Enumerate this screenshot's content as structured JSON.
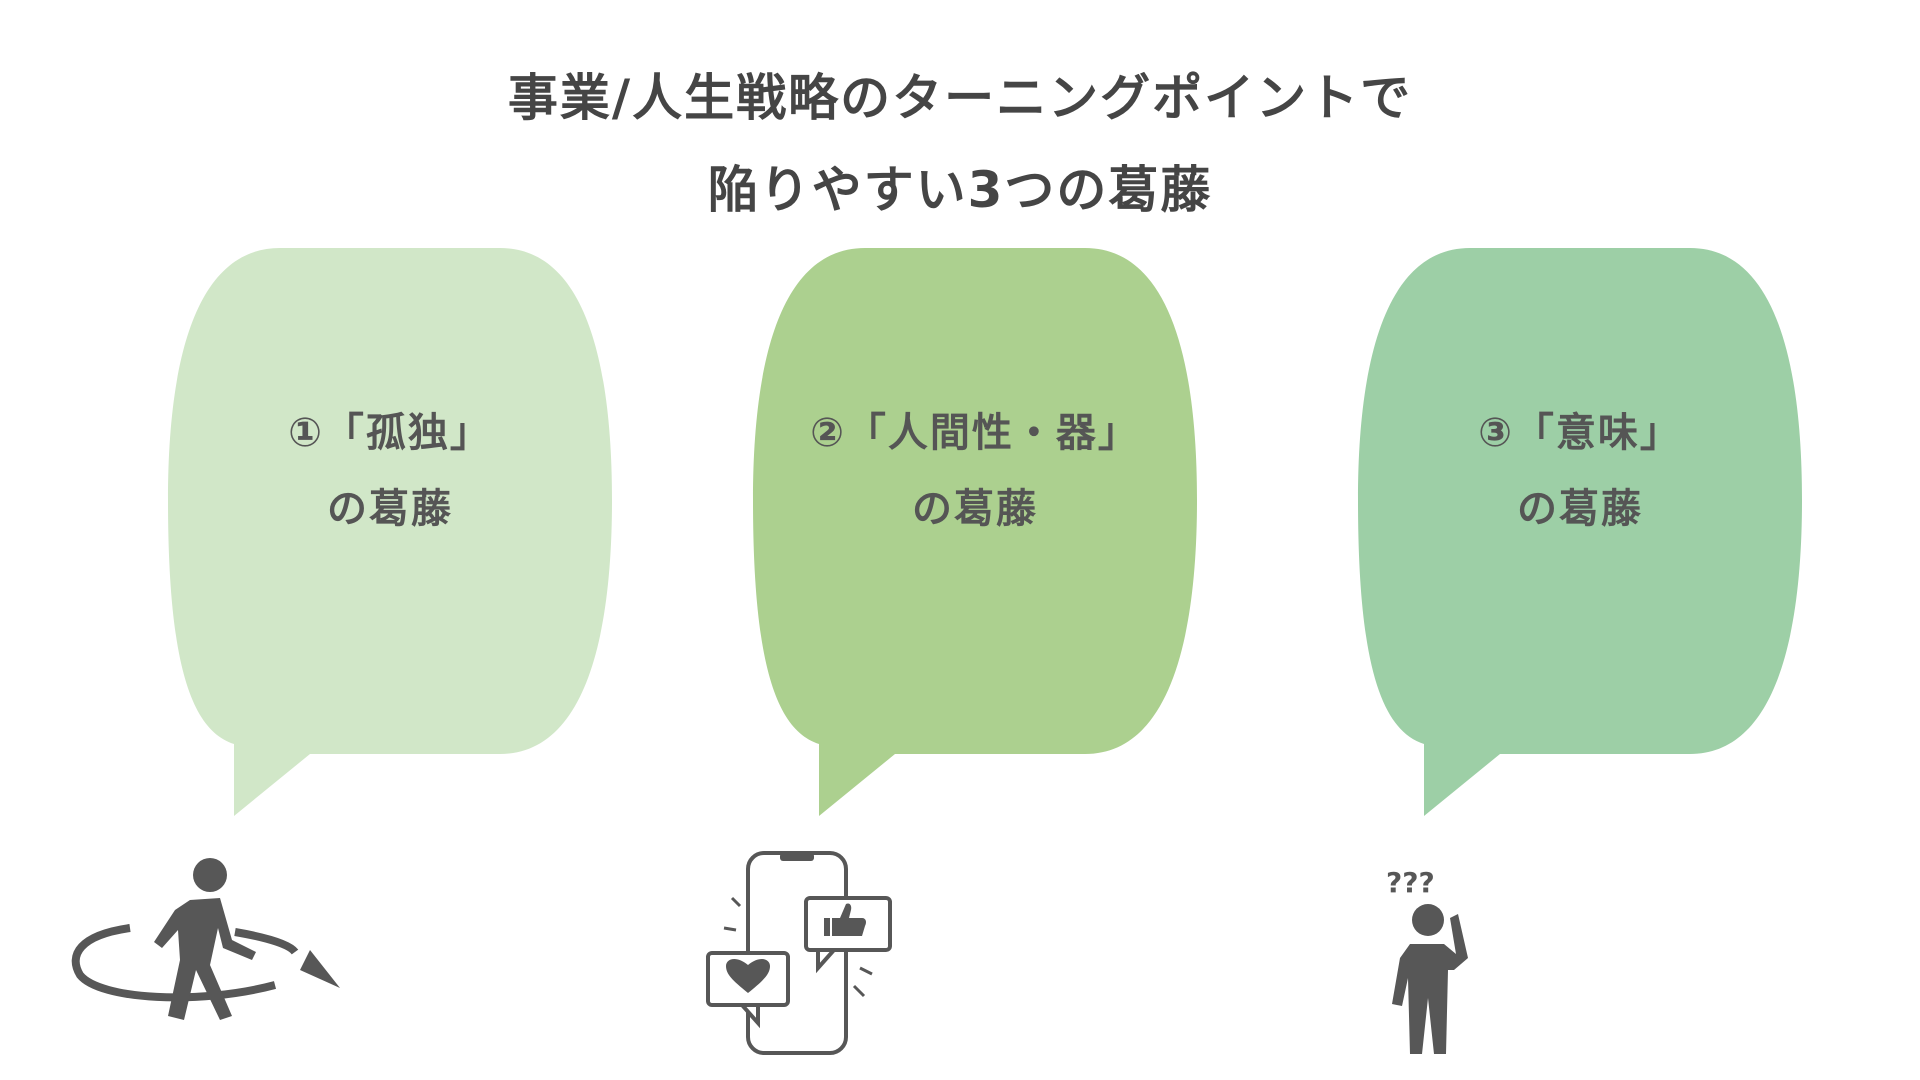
{
  "title": {
    "line1": "事業/人生戦略のターニングポイントで",
    "line2": "陥りやすい3つの葛藤"
  },
  "colors": {
    "bubble1": "#d1e7c8",
    "bubble2": "#acd08f",
    "bubble3": "#9dcfa6",
    "icon": "#575757"
  },
  "bubbles": [
    {
      "line1": "①「孤独」",
      "line2": "の葛藤",
      "icon": "walking-person-circle-arrow-icon"
    },
    {
      "line1": "②「人間性・器」",
      "line2": "の葛藤",
      "icon": "smartphone-heart-like-icon"
    },
    {
      "line1": "③「意味」",
      "line2": "の葛藤",
      "icon": "confused-person-question-marks-icon"
    }
  ]
}
